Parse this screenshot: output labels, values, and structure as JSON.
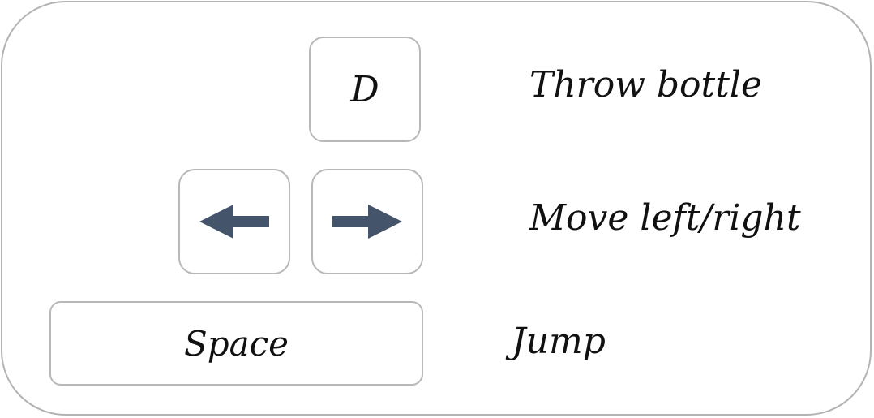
{
  "controls": [
    {
      "key": "D",
      "action": "Throw bottle"
    },
    {
      "key_icons": [
        "arrow-left-icon",
        "arrow-right-icon"
      ],
      "action": "Move left/right"
    },
    {
      "key": "Space",
      "action": "Jump"
    }
  ],
  "colors": {
    "arrow": "#44546a",
    "key_border": "#b8b8b8",
    "panel_border": "#b3b3b3",
    "text": "#111111"
  }
}
